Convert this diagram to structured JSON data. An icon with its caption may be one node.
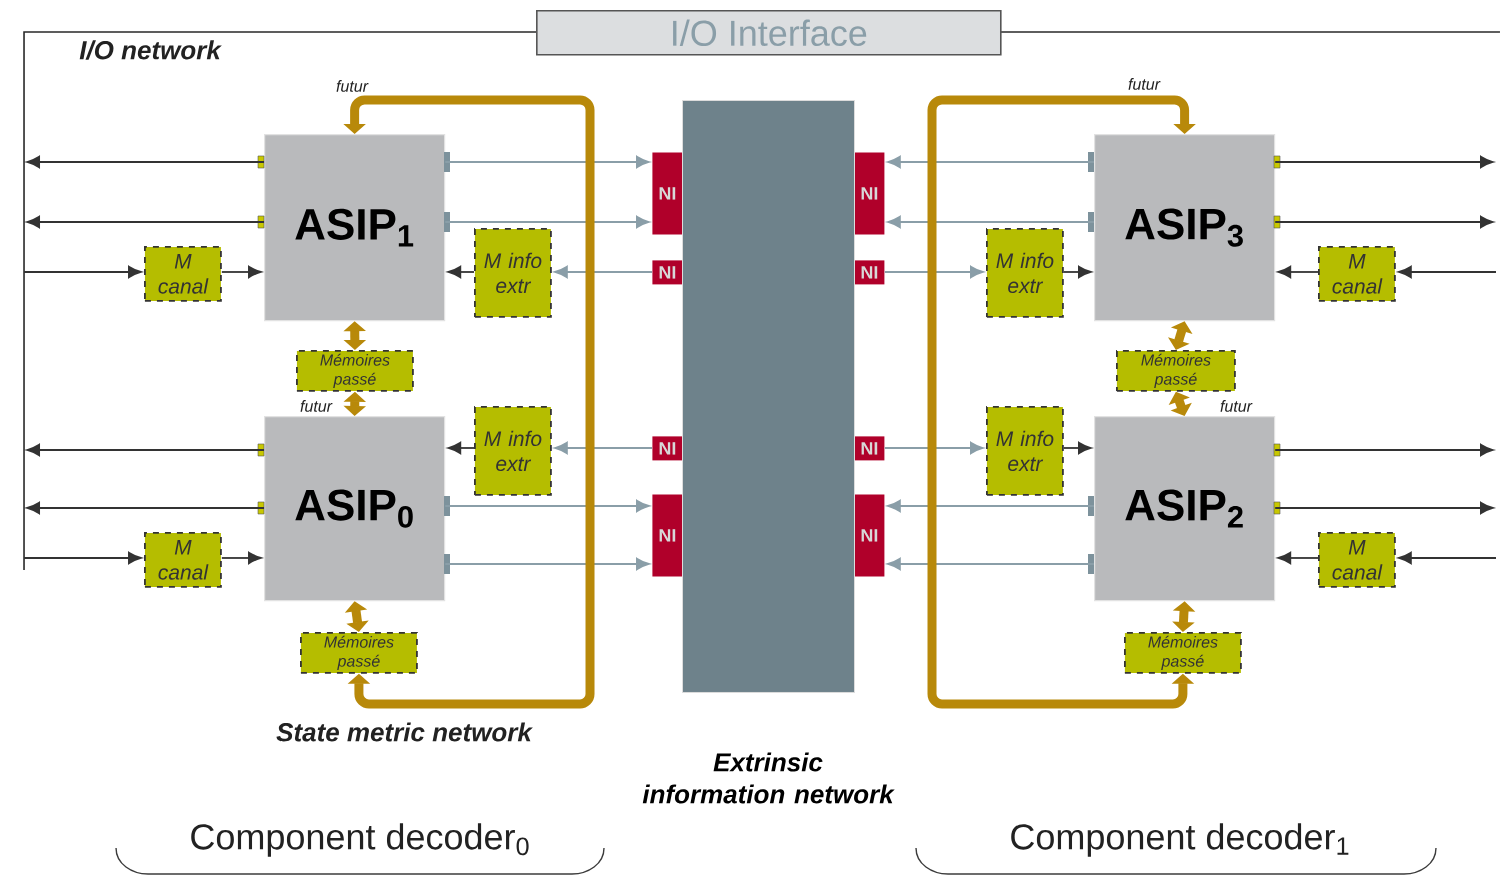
{
  "diagram": {
    "nodes": [
      {
        "text": [
          "I/O Interface"
        ]
      },
      {
        "text": [
          "ASIP$_{1}$"
        ]
      },
      {
        "text": [
          "ASIP$_{0}$"
        ]
      },
      {
        "text": [
          "ASIP$_{3}$"
        ]
      },
      {
        "text": [
          "ASIP$_{2}$"
        ]
      },
      {
        "text": [
          "M canal"
        ]
      },
      {
        "text": [
          "M info extr"
        ]
      },
      {
        "text": [
          "Mémoires passé"
        ]
      },
      {
        "text": [
          "M info extr"
        ]
      },
      {
        "text": [
          "M canal"
        ]
      },
      {
        "text": [
          "Mémoires passé"
        ]
      },
      {
        "text": [
          "M info extr"
        ]
      },
      {
        "text": [
          "M canal"
        ]
      },
      {
        "text": [
          "Mémoires passé"
        ]
      },
      {
        "text": [
          "M info extr"
        ]
      },
      {
        "text": [
          "M canal"
        ]
      },
      {
        "text": [
          "Mémoires passé"
        ]
      },
      {
        "text": [
          "NI"
        ]
      },
      {
        "text": [
          "NI"
        ]
      },
      {
        "text": [
          "NI"
        ]
      },
      {
        "text": [
          "NI"
        ]
      },
      {
        "text": [
          "NI"
        ]
      },
      {
        "text": [
          "NI"
        ]
      },
      {
        "text": [
          "NI"
        ]
      },
      {
        "text": [
          "NI"
        ]
      },
      {
        "text": [
          "Extrinsic information network"
        ]
      }
    ],
    "edges": [
      {
        "from": 1,
        "to": null,
        "arrow": "to"
      },
      {
        "from": 1,
        "to": null,
        "arrow": "to"
      },
      {
        "from": null,
        "to": 5,
        "arrow": "to"
      },
      {
        "from": 5,
        "to": 1,
        "arrow": "to"
      },
      {
        "from": 1,
        "to": 17,
        "arrow": "to",
        "color": "#8a9ea8"
      },
      {
        "from": 1,
        "to": 17,
        "arrow": "to",
        "color": "#8a9ea8"
      },
      {
        "from": 18,
        "to": 6,
        "arrow": "to",
        "color": "#8a9ea8"
      },
      {
        "from": 6,
        "to": 1,
        "arrow": "to"
      },
      {
        "from": 1,
        "to": 7,
        "arrow": "both",
        "style": "thick",
        "color": "#b8890a"
      },
      {
        "from": 7,
        "to": 2,
        "arrow": "both",
        "style": "thick",
        "color": "#b8890a"
      },
      {
        "from": 2,
        "to": null,
        "arrow": "to"
      },
      {
        "from": 2,
        "to": null,
        "arrow": "to"
      },
      {
        "from": null,
        "to": 9,
        "arrow": "to"
      },
      {
        "from": 9,
        "to": 2,
        "arrow": "to"
      },
      {
        "from": 19,
        "to": 8,
        "arrow": "to",
        "color": "#8a9ea8"
      },
      {
        "from": 8,
        "to": 2,
        "arrow": "to"
      },
      {
        "from": 2,
        "to": 20,
        "arrow": "to",
        "color": "#8a9ea8"
      },
      {
        "from": 2,
        "to": 20,
        "arrow": "to",
        "color": "#8a9ea8"
      },
      {
        "from": 2,
        "to": 10,
        "arrow": "both",
        "style": "thick",
        "color": "#b8890a"
      },
      {
        "from": 10,
        "to": 1,
        "arrow": "both",
        "style": "thick",
        "color": "#b8890a"
      },
      {
        "from": 3,
        "to": null,
        "arrow": "to"
      },
      {
        "from": 3,
        "to": null,
        "arrow": "to"
      },
      {
        "from": null,
        "to": 12,
        "arrow": "to"
      },
      {
        "from": 12,
        "to": 3,
        "arrow": "to"
      },
      {
        "from": 3,
        "to": 21,
        "arrow": "to",
        "color": "#8a9ea8"
      },
      {
        "from": 3,
        "to": 21,
        "arrow": "to",
        "color": "#8a9ea8"
      },
      {
        "from": 22,
        "to": 11,
        "arrow": "to",
        "color": "#8a9ea8"
      },
      {
        "from": 11,
        "to": 3,
        "arrow": "to"
      },
      {
        "from": 3,
        "to": 13,
        "arrow": "both",
        "style": "thick",
        "color": "#b8890a"
      },
      {
        "from": 13,
        "to": 4,
        "arrow": "both",
        "style": "thick",
        "color": "#b8890a"
      },
      {
        "from": 4,
        "to": null,
        "arrow": "to"
      },
      {
        "from": 4,
        "to": null,
        "arrow": "to"
      },
      {
        "from": null,
        "to": 15,
        "arrow": "to"
      },
      {
        "from": 15,
        "to": 4,
        "arrow": "to"
      },
      {
        "from": 23,
        "to": 14,
        "arrow": "to",
        "color": "#8a9ea8"
      },
      {
        "from": 14,
        "to": 4,
        "arrow": "to"
      },
      {
        "from": 4,
        "to": 24,
        "arrow": "to",
        "color": "#8a9ea8"
      },
      {
        "from": 4,
        "to": 24,
        "arrow": "to",
        "color": "#8a9ea8"
      },
      {
        "from": 4,
        "to": 16,
        "arrow": "both",
        "style": "thick",
        "color": "#b8890a"
      },
      {
        "from": 16,
        "to": 3,
        "arrow": "both",
        "style": "thick",
        "color": "#b8890a"
      }
    ],
    "labels": [
      "I/O network",
      "futur",
      "futur",
      "futur",
      "futur",
      "State metric network",
      "Component decoder$_{0}$",
      "Component decoder$_{1}$"
    ]
  }
}
